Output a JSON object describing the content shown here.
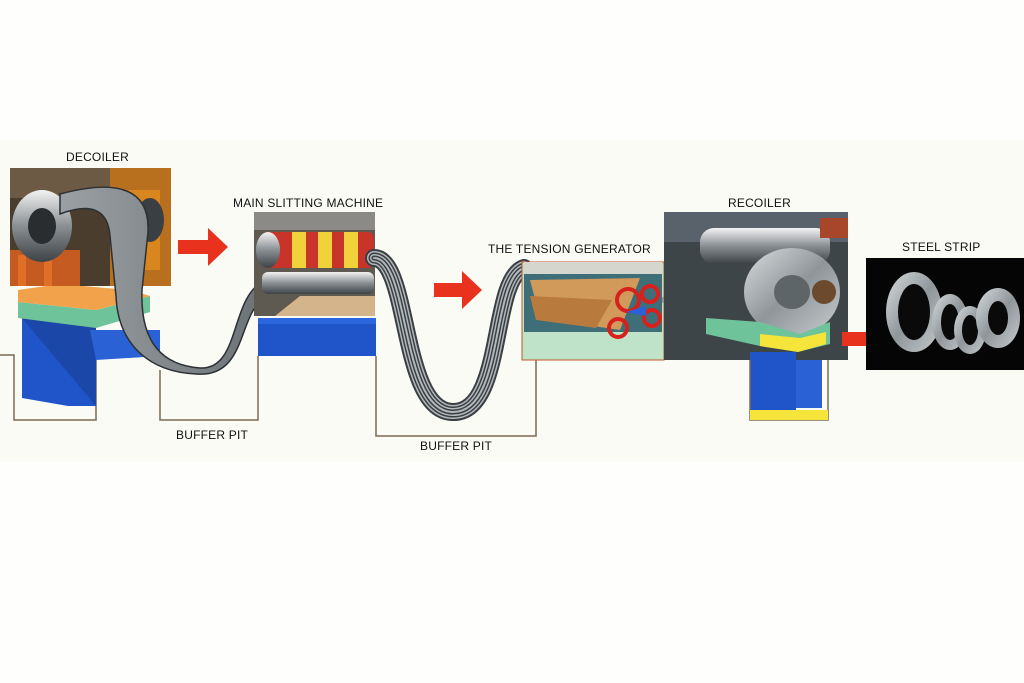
{
  "labels": {
    "decoiler": "DECOILER",
    "main_slitting_machine": "MAIN SLITTING MACHINE",
    "tension_generator": "THE TENSION GENERATOR",
    "recoiler": "RECOILER",
    "steel_strip": "STEEL STRIP",
    "buffer_pit_1": "BUFFER PIT",
    "buffer_pit_2": "BUFFER PIT"
  },
  "colors": {
    "machine_base_blue": "#1f55c8",
    "pad_orange": "#f2a24a",
    "pad_green": "#6fc39a",
    "pad_yellow": "#f5e43a",
    "arrow_red": "#e8321e",
    "strip_grey": "#8e9396",
    "pit_outline": "#7a6a55"
  }
}
